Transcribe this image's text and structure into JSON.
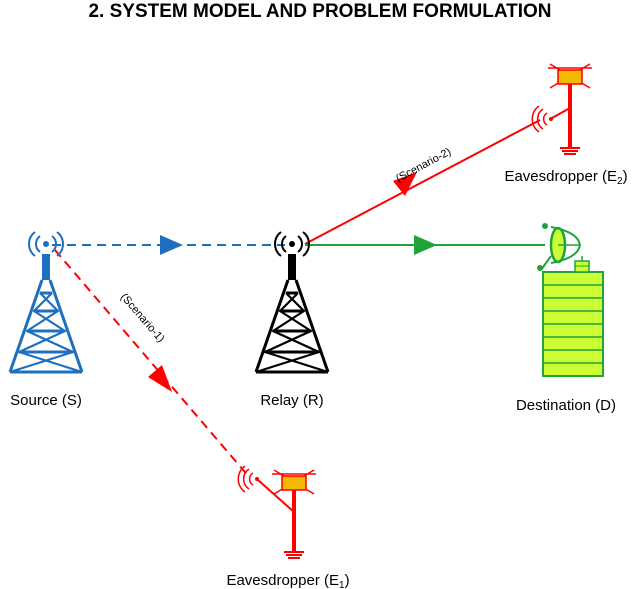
{
  "title": "2.  SYSTEM MODEL AND PROBLEM FORMULATION",
  "nodes": {
    "source": "Source (S)",
    "relay": "Relay (R)",
    "destination": "Destination (D)",
    "eve1": {
      "name": "Eavesdropper (E",
      "sub": "1",
      "close": ")"
    },
    "eve2": {
      "name": "Eavesdropper (E",
      "sub": "2",
      "close": ")"
    }
  },
  "links": {
    "scenario1": "(Scenario-1)",
    "scenario2": "(Scenario-2)"
  },
  "colors": {
    "source_tower": "#1f6fbf",
    "relay_tower": "#000000",
    "source_relay_link": "#1f6fbf",
    "eavesdrop_link": "#ff0000",
    "relay_destination_link": "#21a33a",
    "building_fill": "#ccff33",
    "eavesdropper": "#ff0000",
    "eavesdropper_box": "#f5b800"
  },
  "icons": [
    "cell-tower-icon",
    "satellite-dish-icon",
    "building-icon",
    "eavesdropper-antenna-icon",
    "arrow-icon"
  ]
}
